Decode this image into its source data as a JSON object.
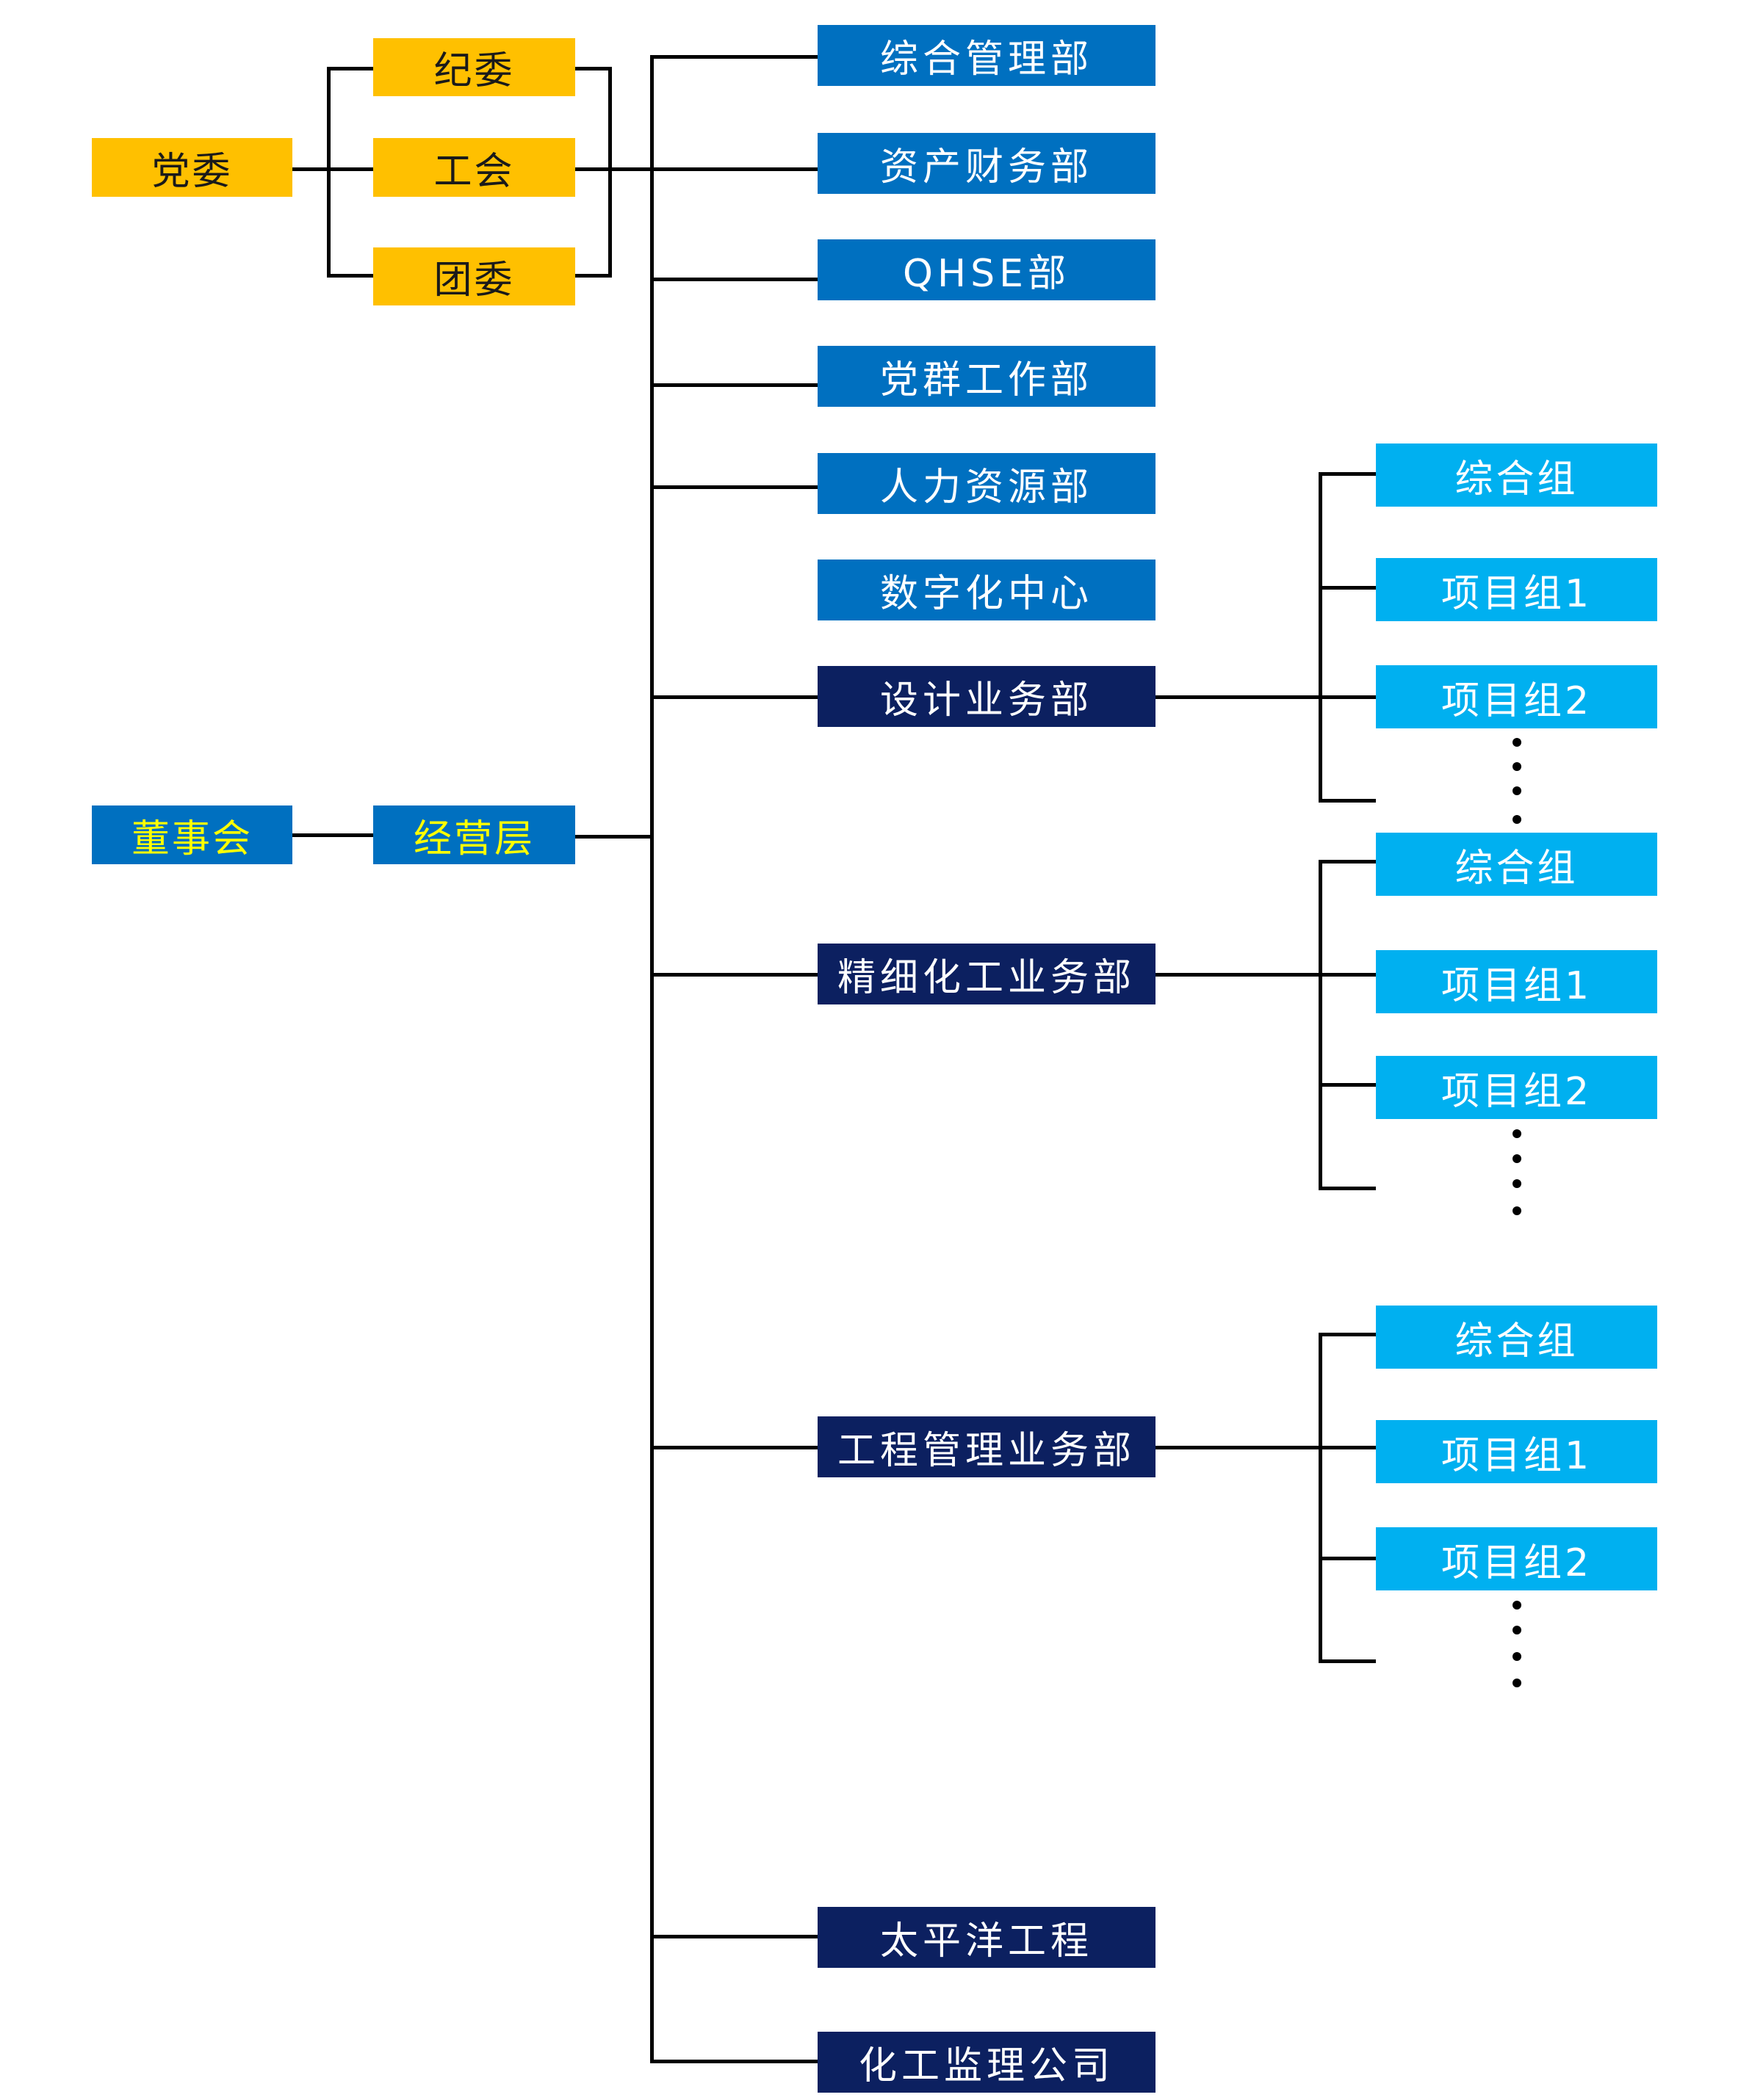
{
  "party": {
    "root": "党委",
    "children": [
      "纪委",
      "工会",
      "团委"
    ]
  },
  "board": "董事会",
  "management": "经营层",
  "departments": [
    "综合管理部",
    "资产财务部",
    "QHSE部",
    "党群工作部",
    "人力资源部",
    "数字化中心"
  ],
  "business_units": [
    {
      "name": "设计业务部",
      "groups": [
        "综合组",
        "项目组1",
        "项目组2"
      ]
    },
    {
      "name": "精细化工业务部",
      "groups": [
        "综合组",
        "项目组1",
        "项目组2"
      ]
    },
    {
      "name": "工程管理业务部",
      "groups": [
        "综合组",
        "项目组1",
        "项目组2"
      ]
    }
  ],
  "subsidiaries": [
    "太平洋工程",
    "化工监理公司"
  ],
  "colors": {
    "party": "#FFC000",
    "governance": "#0070C0",
    "business": "#0C2060",
    "group": "#00B0F0",
    "board_text": "#FFFF00"
  }
}
